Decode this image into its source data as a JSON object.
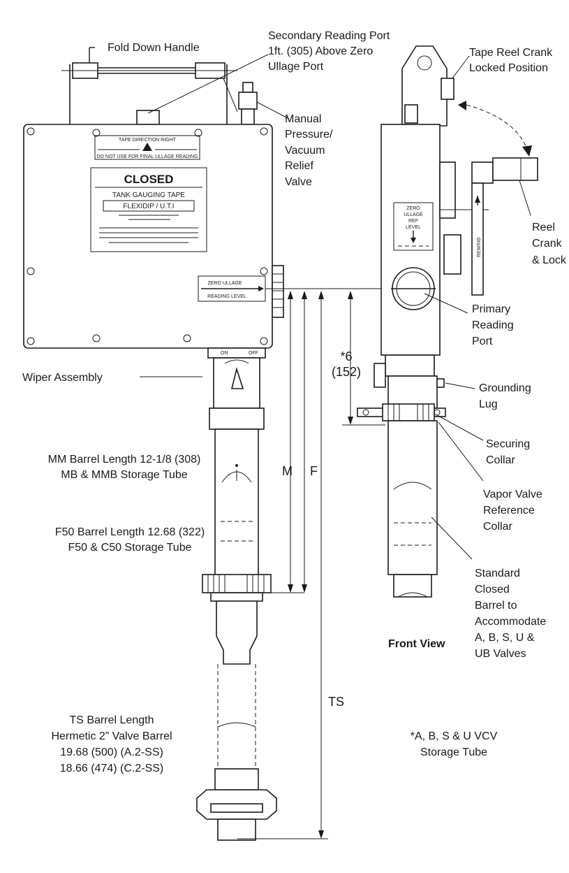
{
  "labels": {
    "fold_down_handle": "Fold Down Handle",
    "secondary_port": [
      "Secondary Reading Port",
      "1ft. (305) Above Zero",
      "Ullage Port"
    ],
    "tape_reel_crank": [
      "Tape Reel Crank",
      "Locked Position"
    ],
    "manual_relief": [
      "Manual",
      "Pressure/",
      "Vacuum",
      "Relief",
      "Valve"
    ],
    "reel_crank_lock": [
      "Reel",
      "Crank",
      "& Lock"
    ],
    "primary_port": [
      "Primary",
      "Reading",
      "Port"
    ],
    "wiper_assembly": "Wiper Assembly",
    "grounding_lug": [
      "Grounding",
      "Lug"
    ],
    "securing_collar": [
      "Securing",
      "Collar"
    ],
    "vapor_valve": [
      "Vapor Valve",
      "Reference",
      "Collar"
    ],
    "mm_barrel": [
      "MM Barrel Length 12-1/8 (308)",
      "MB & MMB Storage Tube"
    ],
    "f50_barrel": [
      "F50 Barrel Length 12.68 (322)",
      "F50 & C50 Storage Tube"
    ],
    "standard_barrel": [
      "Standard",
      "Closed",
      "Barrel to",
      "Accommodate",
      "A, B, S, U &",
      "UB Valves"
    ],
    "front_view": "Front View",
    "ts_barrel": [
      "TS Barrel Length",
      "Hermetic 2” Valve Barrel",
      "19.68 (500) (A.2-SS)",
      "18.66 (474) (C.2-SS)"
    ],
    "vcv_note": [
      "*A, B, S & U VCV",
      "Storage Tube"
    ]
  },
  "dimensions": {
    "m": "M",
    "f": "F",
    "ts": "TS",
    "six": [
      "*6",
      "(152)"
    ]
  },
  "plate": {
    "tape_direction": "TAPE DIRECTION RIGHT",
    "closed": "CLOSED",
    "tank_gauging_tape": "TANK GAUGING TAPE",
    "brand": "FLEXIDIP / U.T.I",
    "do_not_use": "DO NOT USE FOR FINAL ULLAGE READING",
    "zero_ullage": "ZERO ULLAGE",
    "reading_level": "READING LEVEL",
    "on": "ON",
    "off": "OFF"
  },
  "front": {
    "zero_ullage_lines": [
      "ZERO",
      "ULLAGE",
      "REF",
      "LEVEL"
    ],
    "rewind": "REWIND"
  }
}
